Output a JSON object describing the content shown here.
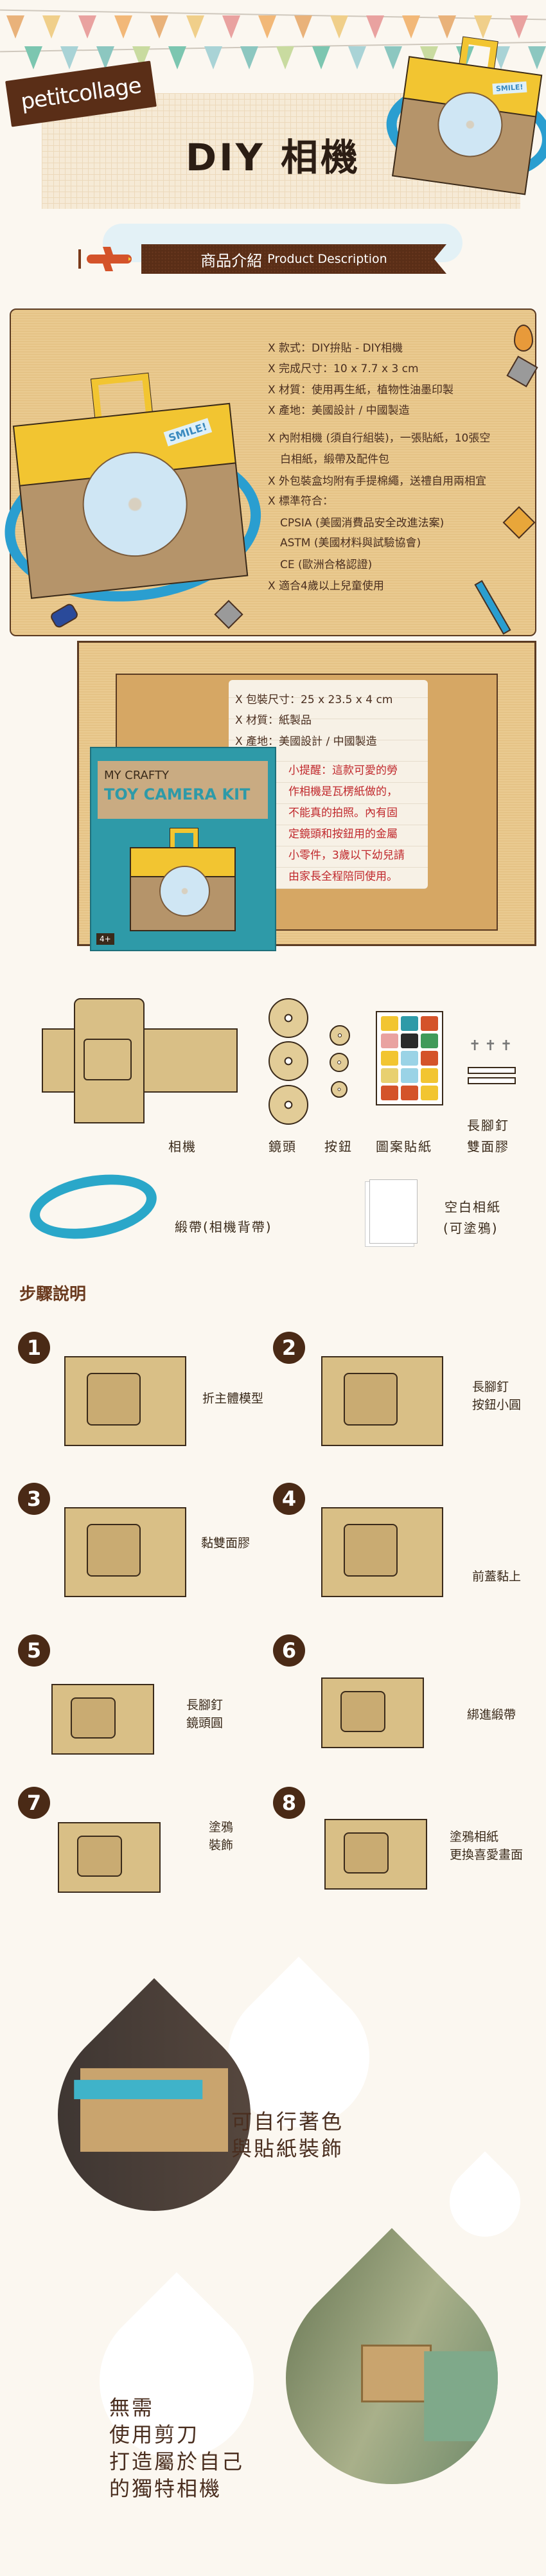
{
  "header": {
    "brand": "petitcollage",
    "title": "DIY 相機",
    "camera_sticker": "SMILE!"
  },
  "section_banner": {
    "zh": "商品介紹",
    "en": "Product Description"
  },
  "specs": [
    "X 款式：DIY拚貼 - DIY相機",
    "X 完成尺寸：10 x 7.7 x 3 cm",
    "X 材質：使用再生紙，植物性油墨印製",
    "X 產地：美國設計 / 中國製造",
    "X 內附相機 (須自行組裝)，一張貼紙，10張空",
    "白相紙，緞帶及配件包",
    "X 外包裝盒均附有手提棉繩，送禮自用兩相宜",
    "X 標準符合：",
    "CPSIA (美國消費品安全改進法案)",
    "ASTM (美國材料與試驗協會)",
    "CE (歐洲合格認證)",
    "X 適合4歲以上兒童使用"
  ],
  "package": {
    "lines": [
      "X 包裝尺寸：25 x 23.5 x 4 cm",
      "X 材質：紙製品",
      "X 產地：美國設計 / 中國製造"
    ],
    "reminder": [
      "小提醒：這款可愛的勞",
      "作相機是瓦楞紙做的，",
      "不能真的拍照。內有固",
      "定鏡頭和按鈕用的金屬",
      "小零件，3歲以下幼兒請",
      "由家長全程陪同使用。"
    ],
    "box": {
      "line1": "MY CRAFTY",
      "line2": "TOY CAMERA KIT",
      "age": "4+"
    }
  },
  "components": {
    "camera": "相機",
    "lens": "鏡頭",
    "button": "按鈕",
    "stickers": "圖案貼紙",
    "pins": "長腳釘",
    "tape": "雙面膠",
    "ribbon": "緞帶(相機背帶)",
    "paper_line1": "空白相紙",
    "paper_line2": "(可塗鴉)"
  },
  "steps": {
    "title": "步驟說明",
    "items": [
      {
        "num": "1",
        "lines": [
          "折主體模型"
        ]
      },
      {
        "num": "2",
        "lines": [
          "長腳釘",
          "按鈕小圓"
        ]
      },
      {
        "num": "3",
        "lines": [
          "黏雙面膠"
        ]
      },
      {
        "num": "4",
        "lines": [
          "前蓋黏上"
        ]
      },
      {
        "num": "5",
        "lines": [
          "長腳釘",
          "鏡頭圓"
        ]
      },
      {
        "num": "6",
        "lines": [
          "綁進緞帶"
        ]
      },
      {
        "num": "7",
        "lines": [
          "塗鴉",
          "裝飾"
        ]
      },
      {
        "num": "8",
        "lines": [
          "塗鴉相紙",
          "更換喜愛畫面"
        ]
      }
    ]
  },
  "features": {
    "decorate": [
      "可自行著色",
      "與貼紙裝飾"
    ],
    "no_scissors": [
      "無需",
      "使用剪刀",
      "打造屬於自己",
      "的獨特相機"
    ]
  },
  "colors": {
    "background": "#fbf7f0",
    "brown": "#4a2e1f",
    "banner": "#5a2e17",
    "wood": "#e9c98f",
    "reminder_red": "#c0282c",
    "teal": "#2e9aa8"
  }
}
